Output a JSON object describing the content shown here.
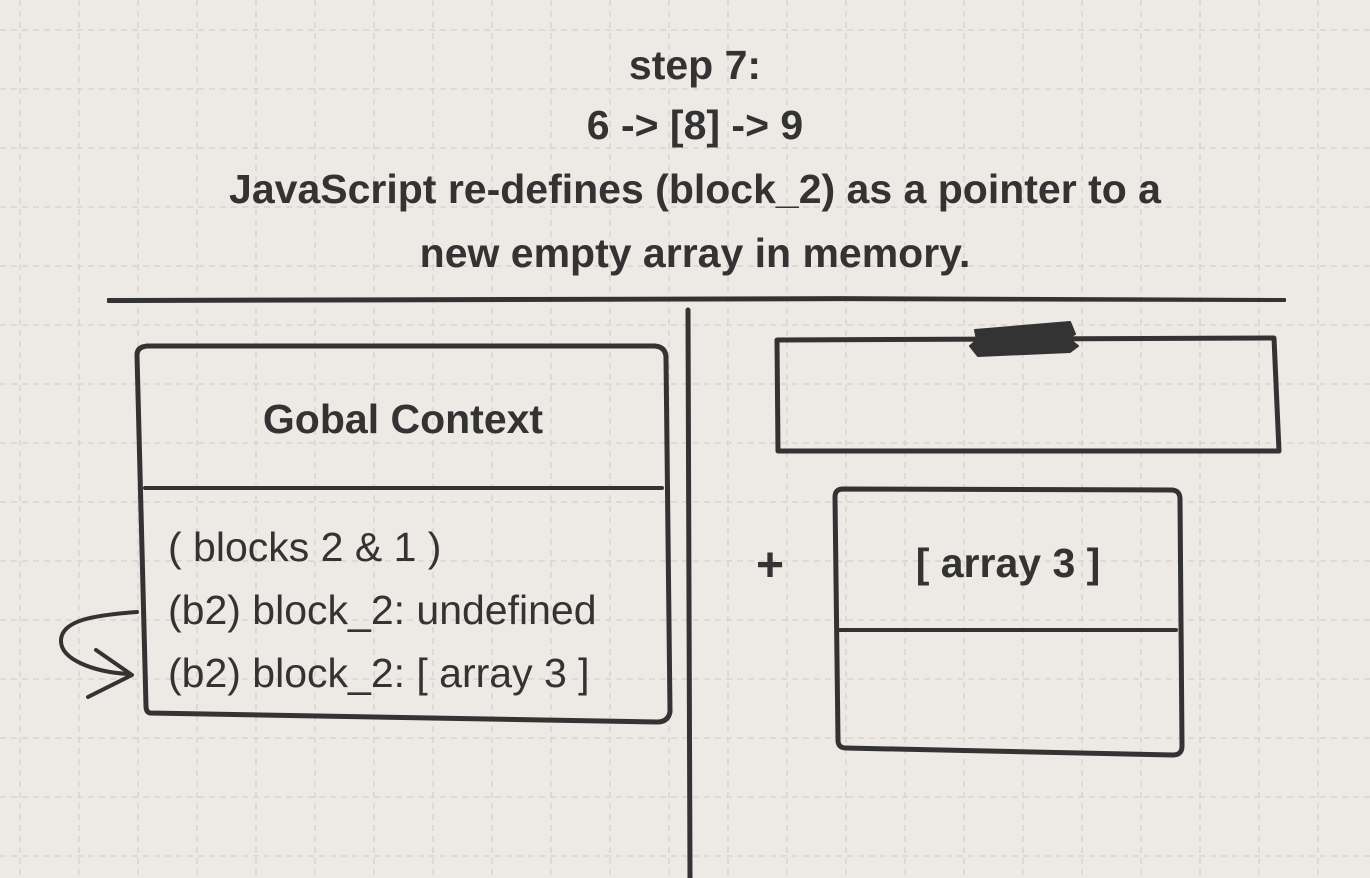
{
  "header": {
    "step": "step 7:",
    "sequence": "6 -> [8] -> 9",
    "description_line1": "JavaScript re-defines (block_2) as a pointer to a",
    "description_line2": "new empty array in memory."
  },
  "global_context": {
    "title": "Gobal Context",
    "rows": [
      "( blocks 2 & 1 )",
      "(b2) block_2: undefined",
      "(b2) block_2: [ array 3 ]"
    ]
  },
  "memory": {
    "plus_symbol": "+",
    "array_box": {
      "title": "[ array 3 ]",
      "contents": ""
    }
  },
  "colors": {
    "background": "#ede9e5",
    "grid": "#d9d4cf",
    "ink": "#333333"
  }
}
